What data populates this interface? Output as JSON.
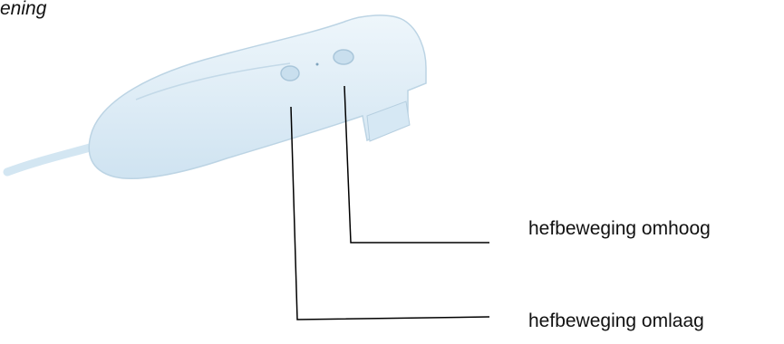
{
  "caption": "ening",
  "device": {
    "name": "hand control",
    "body_color": "#dcecf6",
    "edge_color": "#b9d3e4",
    "button_color": "#c9dfee"
  },
  "labels": {
    "up": "hefbeweging omhoog",
    "down": "hefbeweging omlaag"
  },
  "leader_color": "#000000"
}
